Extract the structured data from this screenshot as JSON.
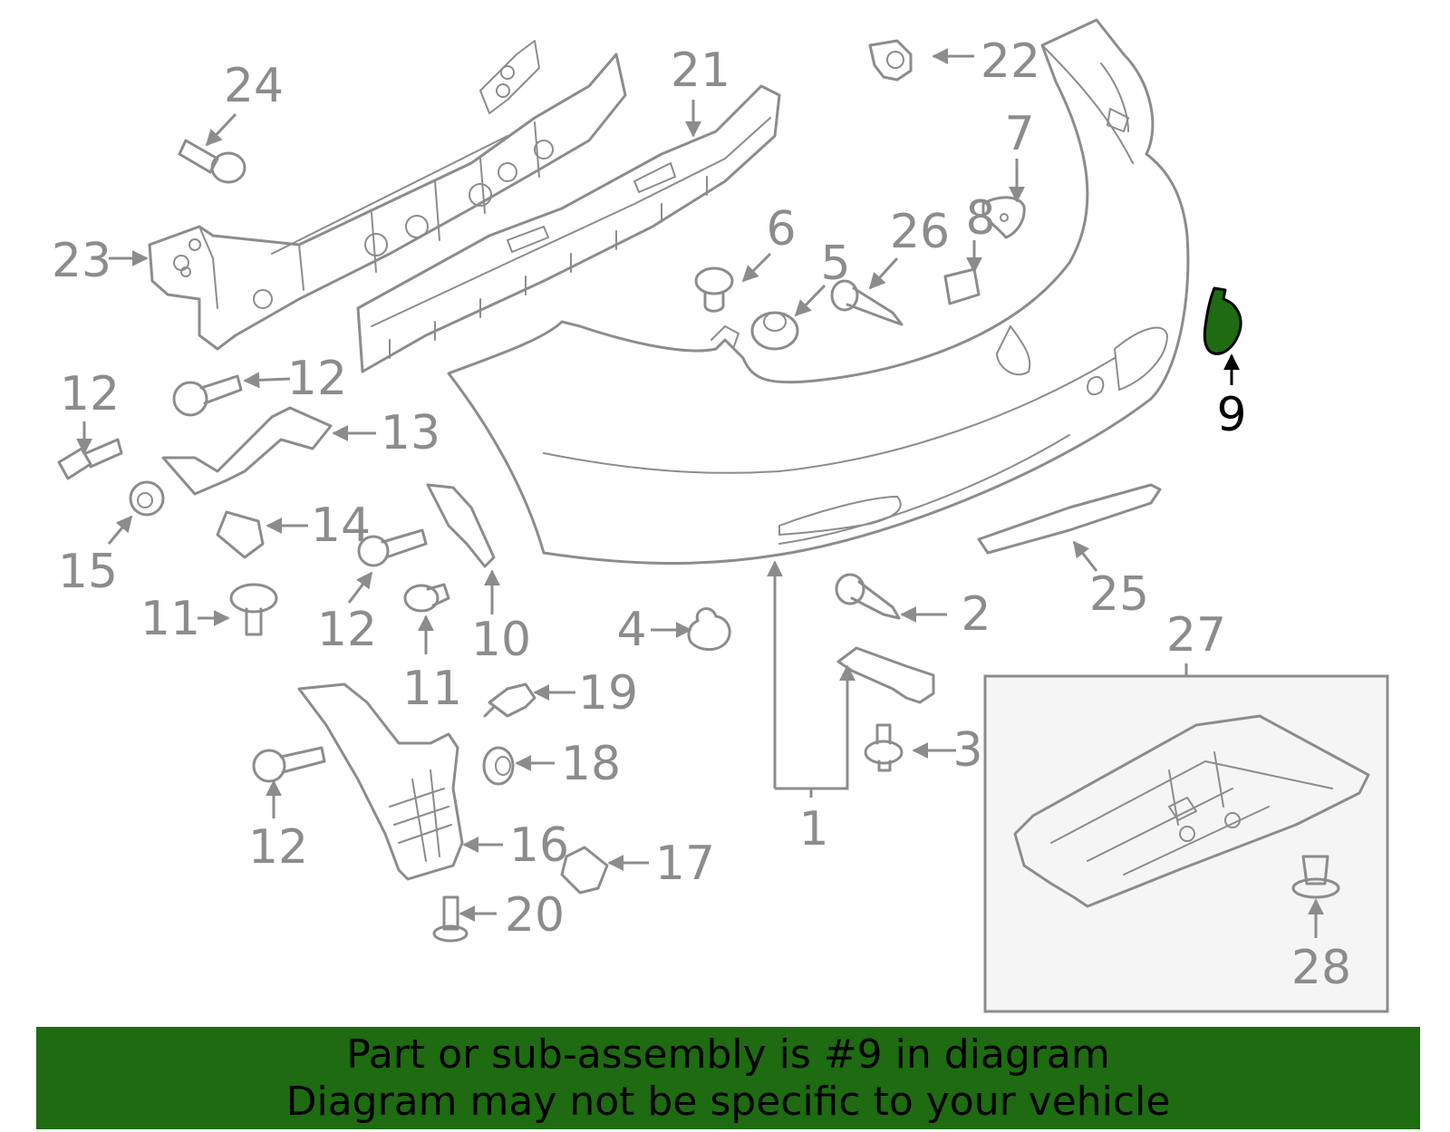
{
  "diagram": {
    "labels": {
      "p1": "1",
      "p2": "2",
      "p3": "3",
      "p4": "4",
      "p5": "5",
      "p6": "6",
      "p7": "7",
      "p8": "8",
      "p9": "9",
      "p10": "10",
      "p11a": "11",
      "p11b": "11",
      "p12a": "12",
      "p12b": "12",
      "p12c": "12",
      "p12d": "12",
      "p13": "13",
      "p14": "14",
      "p15": "15",
      "p16": "16",
      "p17": "17",
      "p18": "18",
      "p19": "19",
      "p20": "20",
      "p21": "21",
      "p22": "22",
      "p23": "23",
      "p24": "24",
      "p25": "25",
      "p26": "26",
      "p27": "27",
      "p28": "28"
    },
    "highlighted_part": "9",
    "colors": {
      "line": "#8c8c8c",
      "highlight_fill": "#1e6b12",
      "highlight_label": "#000000",
      "inset_background": "#f5f5f5",
      "banner": "#1e6b12"
    }
  },
  "banner": {
    "line1": "Part or sub-assembly is #9 in diagram",
    "line2": "Diagram may not be specific to your vehicle"
  }
}
